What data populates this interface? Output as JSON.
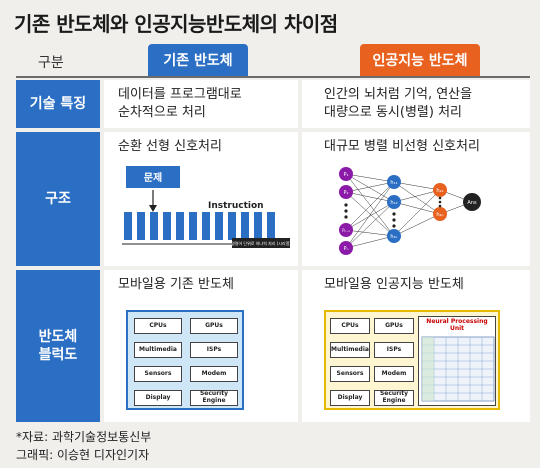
{
  "title": "기존 반도체와 인공지능반도체의 차이점",
  "header": {
    "label": "구분",
    "conventional": "기존 반도체",
    "ai": "인공지능 반도체"
  },
  "rows": {
    "tech": {
      "label": "기술 특징",
      "conventional_l1": "데이터를 프로그램대로",
      "conventional_l2": "순차적으로 처리",
      "ai_l1": "인간의 뇌처럼 기억, 연산을",
      "ai_l2": "대량으로 동시(병렬) 처리"
    },
    "structure": {
      "label": "구조",
      "conventional": "순환 선형 신호처리",
      "ai": "대규모 병렬 비선형 신호처리",
      "diagram_conv": {
        "problem": "문제",
        "instruction": "Instruction",
        "note": "명령어 단위로 하나씩 처리 (시리얼)"
      },
      "diagram_ai": {
        "p1": "P₁",
        "p2": "P₂",
        "pn1": "Pₙ₋₁",
        "pn": "Pₙ",
        "h11": "h₁₁",
        "h12": "h₁₂",
        "h1k": "h₁ₖ",
        "h21": "h₂₁",
        "h2p": "h₂ₚ",
        "ans": "Ans"
      }
    },
    "block": {
      "label_l1": "반도체",
      "label_l2": "블럭도",
      "conventional": "모바일용 기존 반도체",
      "ai": "모바일용 인공지능 반도체",
      "blocks": [
        "CPUs",
        "GPUs",
        "Multimedia",
        "ISPs",
        "Sensors",
        "Modem",
        "Display",
        "Security Engine"
      ],
      "npu_title": "Neural Processing Unit"
    }
  },
  "footer": {
    "source": "*자료: 과학기술정보통신부",
    "graphic": "그래픽: 이승현 디자인기자"
  },
  "colors": {
    "blue": "#2a6fc3",
    "orange": "#e8611e",
    "purple": "#8b1aa8",
    "npu_border": "#e6b800"
  }
}
